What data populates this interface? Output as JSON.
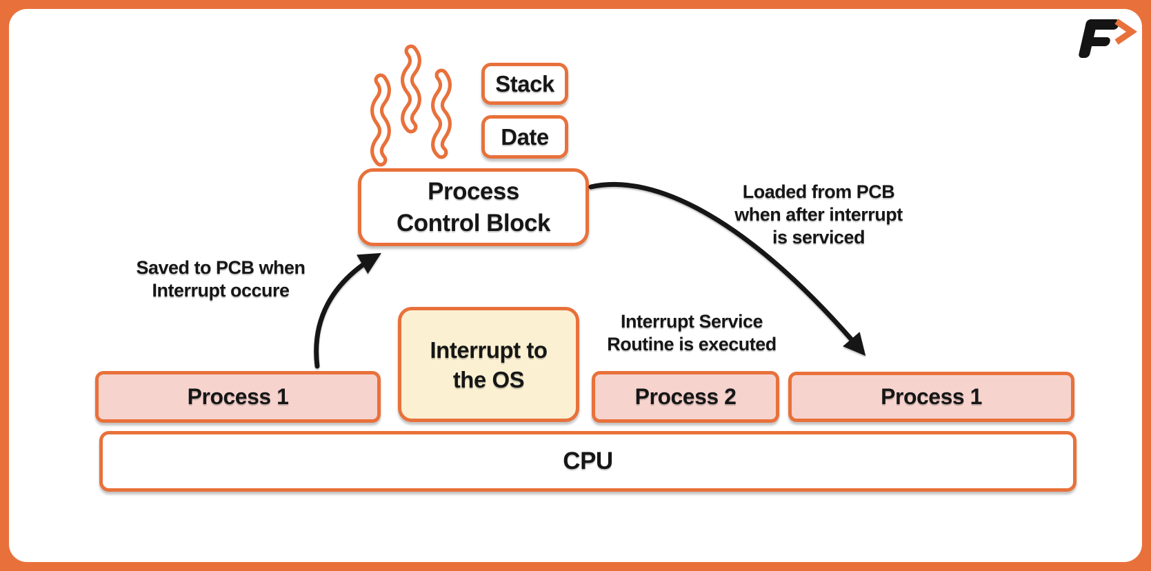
{
  "logo": {
    "letter": "F",
    "arrow_icon": "chevron-right"
  },
  "pcb": {
    "stack": "Stack",
    "date": "Date",
    "title": "Process\nControl Block"
  },
  "annotations": {
    "saved": "Saved to PCB when\nInterrupt occure",
    "loaded": "Loaded from PCB\nwhen after interrupt\nis serviced",
    "isr": "Interrupt Service\nRoutine is executed"
  },
  "timeline": {
    "process1_left": "Process 1",
    "interrupt": "Interrupt to\nthe OS",
    "process2": "Process 2",
    "process1_right": "Process 1",
    "cpu": "CPU"
  },
  "colors": {
    "accent_orange": "#E8713B",
    "process_pink": "#F7D3CE",
    "interrupt_yellow": "#FBF0D2",
    "ink": "#161616"
  }
}
